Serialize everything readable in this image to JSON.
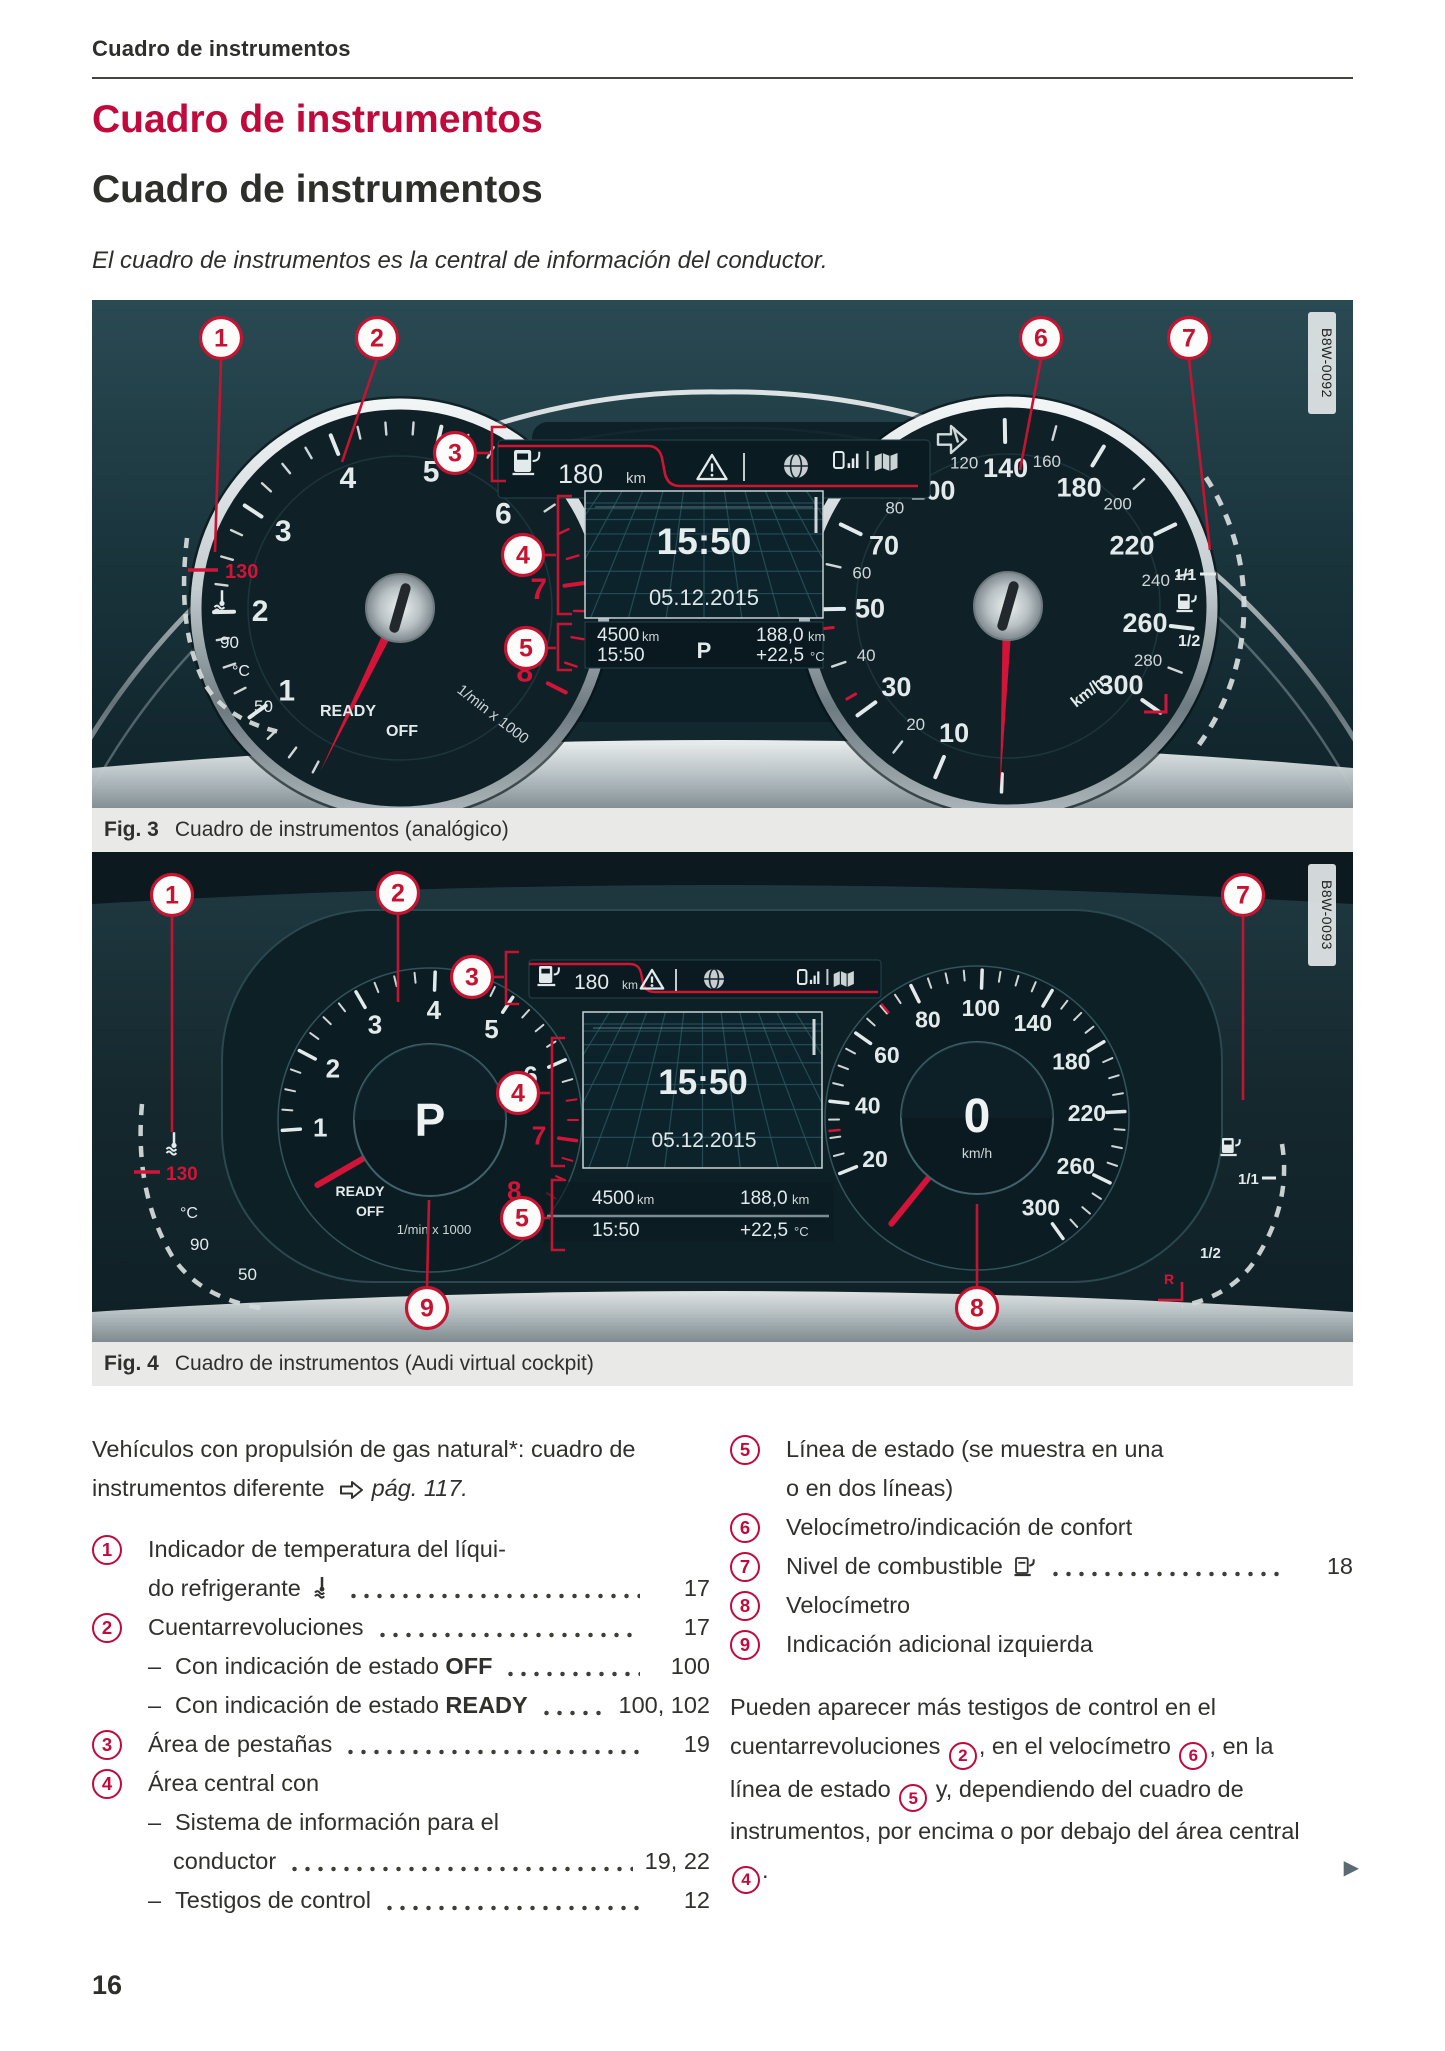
{
  "colors": {
    "accent": "#c00a3c",
    "callout_red": "#c41431",
    "dial_red": "#d31438",
    "figure_bg": "#1c343b",
    "caption_bg": "#e9e9e7"
  },
  "page": {
    "header": "Cuadro de instrumentos",
    "title_red": "Cuadro de instrumentos",
    "title_black": "Cuadro de instrumentos",
    "intro": "El cuadro de instrumentos es la central de información del conductor.",
    "page_number": "16",
    "continuation_arrow": "▶"
  },
  "fig3": {
    "caption_label": "Fig. 3",
    "caption": "Cuadro de instrumentos (analógico)",
    "code": "B8W-0092",
    "status": {
      "fuel_range": "180",
      "fuel_range_unit": "km"
    },
    "display": {
      "clock": "15:50",
      "date": "05.12.2015",
      "odometer": "4500",
      "odometer_unit": "km",
      "time": "15:50",
      "gear": "P",
      "trip": "188,0",
      "trip_unit": "km",
      "outside_temp": "+22,5",
      "outside_temp_unit": "°C"
    },
    "tachometer": {
      "numbers": [
        "1",
        "2",
        "3",
        "4",
        "5",
        "6",
        "7",
        "8"
      ],
      "ready": "READY",
      "off": "OFF",
      "unit": "1/min x 1000"
    },
    "speedometer": {
      "major_numbers": [
        "10",
        "30",
        "50",
        "70",
        "100",
        "140",
        "180",
        "220",
        "260",
        "300"
      ],
      "minor_numbers": [
        "20",
        "40",
        "60",
        "80",
        "120",
        "160",
        "200",
        "240",
        "280"
      ],
      "unit": "km/h"
    },
    "temp_scale": {
      "max": "130",
      "mid": "90",
      "unit": "°C",
      "min": "50"
    },
    "fuel_scale": {
      "full": "1/1",
      "half": "1/2"
    },
    "callouts": [
      "1",
      "2",
      "3",
      "4",
      "5",
      "6",
      "7"
    ]
  },
  "fig4": {
    "caption_label": "Fig. 4",
    "caption": "Cuadro de instrumentos (Audi virtual cockpit)",
    "code": "B8W-0093",
    "status": {
      "fuel_range": "180",
      "fuel_range_unit": "km"
    },
    "display": {
      "clock": "15:50",
      "date": "05.12.2015",
      "odometer": "4500",
      "odometer_unit": "km",
      "time": "15:50",
      "trip": "188,0",
      "trip_unit": "km",
      "outside_temp": "+22,5",
      "outside_temp_unit": "°C"
    },
    "tachometer": {
      "numbers": [
        "1",
        "2",
        "3",
        "4",
        "5",
        "6",
        "7",
        "8"
      ],
      "gear": "P",
      "ready": "READY",
      "off": "OFF",
      "unit": "1/min x 1000"
    },
    "speedometer": {
      "numbers": [
        "20",
        "40",
        "60",
        "80",
        "100",
        "140",
        "180",
        "220",
        "260",
        "300"
      ],
      "value": "0",
      "unit": "km/h"
    },
    "temp_scale": {
      "max": "130",
      "mid": "90",
      "unit": "°C",
      "min": "50"
    },
    "fuel_scale": {
      "full": "1/1",
      "half": "1/2",
      "reserve": "R"
    },
    "callouts": [
      "1",
      "2",
      "3",
      "4",
      "5",
      "7",
      "8",
      "9"
    ]
  },
  "text": {
    "left_intro": [
      {
        "t": "Vehículos con propulsión de gas natural*: cuadro de instrumentos diferente "
      },
      {
        "arrow": true
      },
      {
        "t": " pág. 117.",
        "italic": true
      }
    ],
    "left_list": [
      {
        "m": "1",
        "text": "Indicador de temperatura del líqui-"
      },
      {
        "indent": 1,
        "text": "do refrigerante",
        "icon": "coolant",
        "dots": true,
        "page": "17"
      },
      {
        "m": "2",
        "text": "Cuentarrevoluciones",
        "dots": true,
        "page": "17"
      },
      {
        "dash": true,
        "text": "Con indicación de estado",
        "bold": " OFF",
        "dots": true,
        "page": "100"
      },
      {
        "dash": true,
        "text": "Con indicación de estado",
        "bold": " READY",
        "dots": true,
        "page": "100, 102"
      },
      {
        "m": "3",
        "text": "Área de pestañas",
        "dots": true,
        "page": "19"
      },
      {
        "m": "4",
        "text": "Área central con"
      },
      {
        "dash": true,
        "text": "Sistema de información para el"
      },
      {
        "indent": 2,
        "text": "conductor",
        "dots": true,
        "page": "19, 22"
      },
      {
        "dash": true,
        "text": "Testigos de control",
        "dots": true,
        "page": "12"
      }
    ],
    "right_list": [
      {
        "m": "5",
        "text": "Línea de estado (se muestra en una"
      },
      {
        "indent": 1,
        "text": "o en dos líneas)"
      },
      {
        "m": "6",
        "text": "Velocímetro/indicación de confort"
      },
      {
        "m": "7",
        "text": "Nivel de combustible",
        "icon": "fuel",
        "dots": true,
        "page": "18"
      },
      {
        "m": "8",
        "text": "Velocímetro"
      },
      {
        "m": "9",
        "text": "Indicación adicional izquierda"
      }
    ],
    "paragraph": [
      {
        "t": "Pueden aparecer más testigos de control en el cuentarrevoluciones "
      },
      {
        "n": "2"
      },
      {
        "t": ", en el velocímetro "
      },
      {
        "n": "6"
      },
      {
        "t": ", en la línea de estado "
      },
      {
        "n": "5"
      },
      {
        "t": " y, dependiendo del cuadro de instrumentos, por encima o por debajo del área central "
      },
      {
        "n": "4"
      },
      {
        "t": "."
      }
    ]
  }
}
